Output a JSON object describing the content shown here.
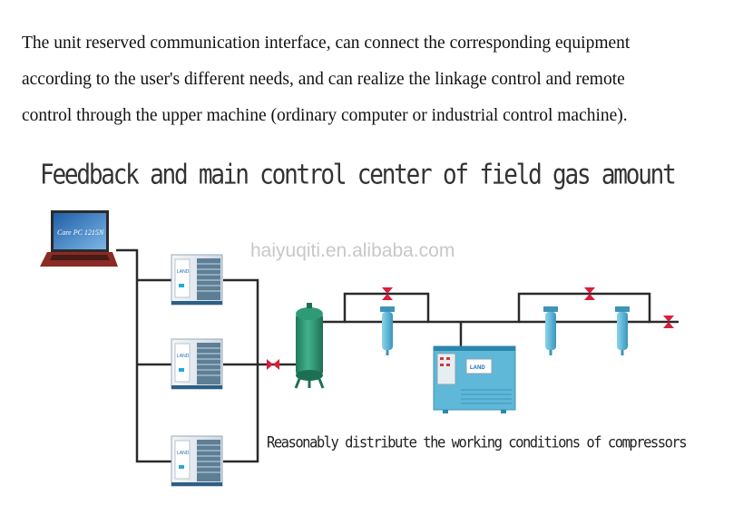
{
  "intro": {
    "lines": [
      "The unit reserved communication interface, can connect the corresponding equipment",
      "according to the user's different needs, and can realize the linkage control and remote",
      "control through the upper machine (ordinary computer or industrial control machine)."
    ]
  },
  "diagram": {
    "title": "Feedback and main control center of field gas amount",
    "watermark": "haiyuqiti.en.alibaba.com",
    "caption": "Reasonably distribute the working conditions of compressors",
    "laptop_screen_text": "Care PC 1215N",
    "compressor_brand": "LAND",
    "dryer_brand": "LAND",
    "colors": {
      "pipe": "#2a2a2a",
      "valve": "#d81e3a",
      "equipment_blue": "#5fb8d8",
      "tank_green": "#2f9a76",
      "compressor_body": "#e2e9ef"
    }
  }
}
